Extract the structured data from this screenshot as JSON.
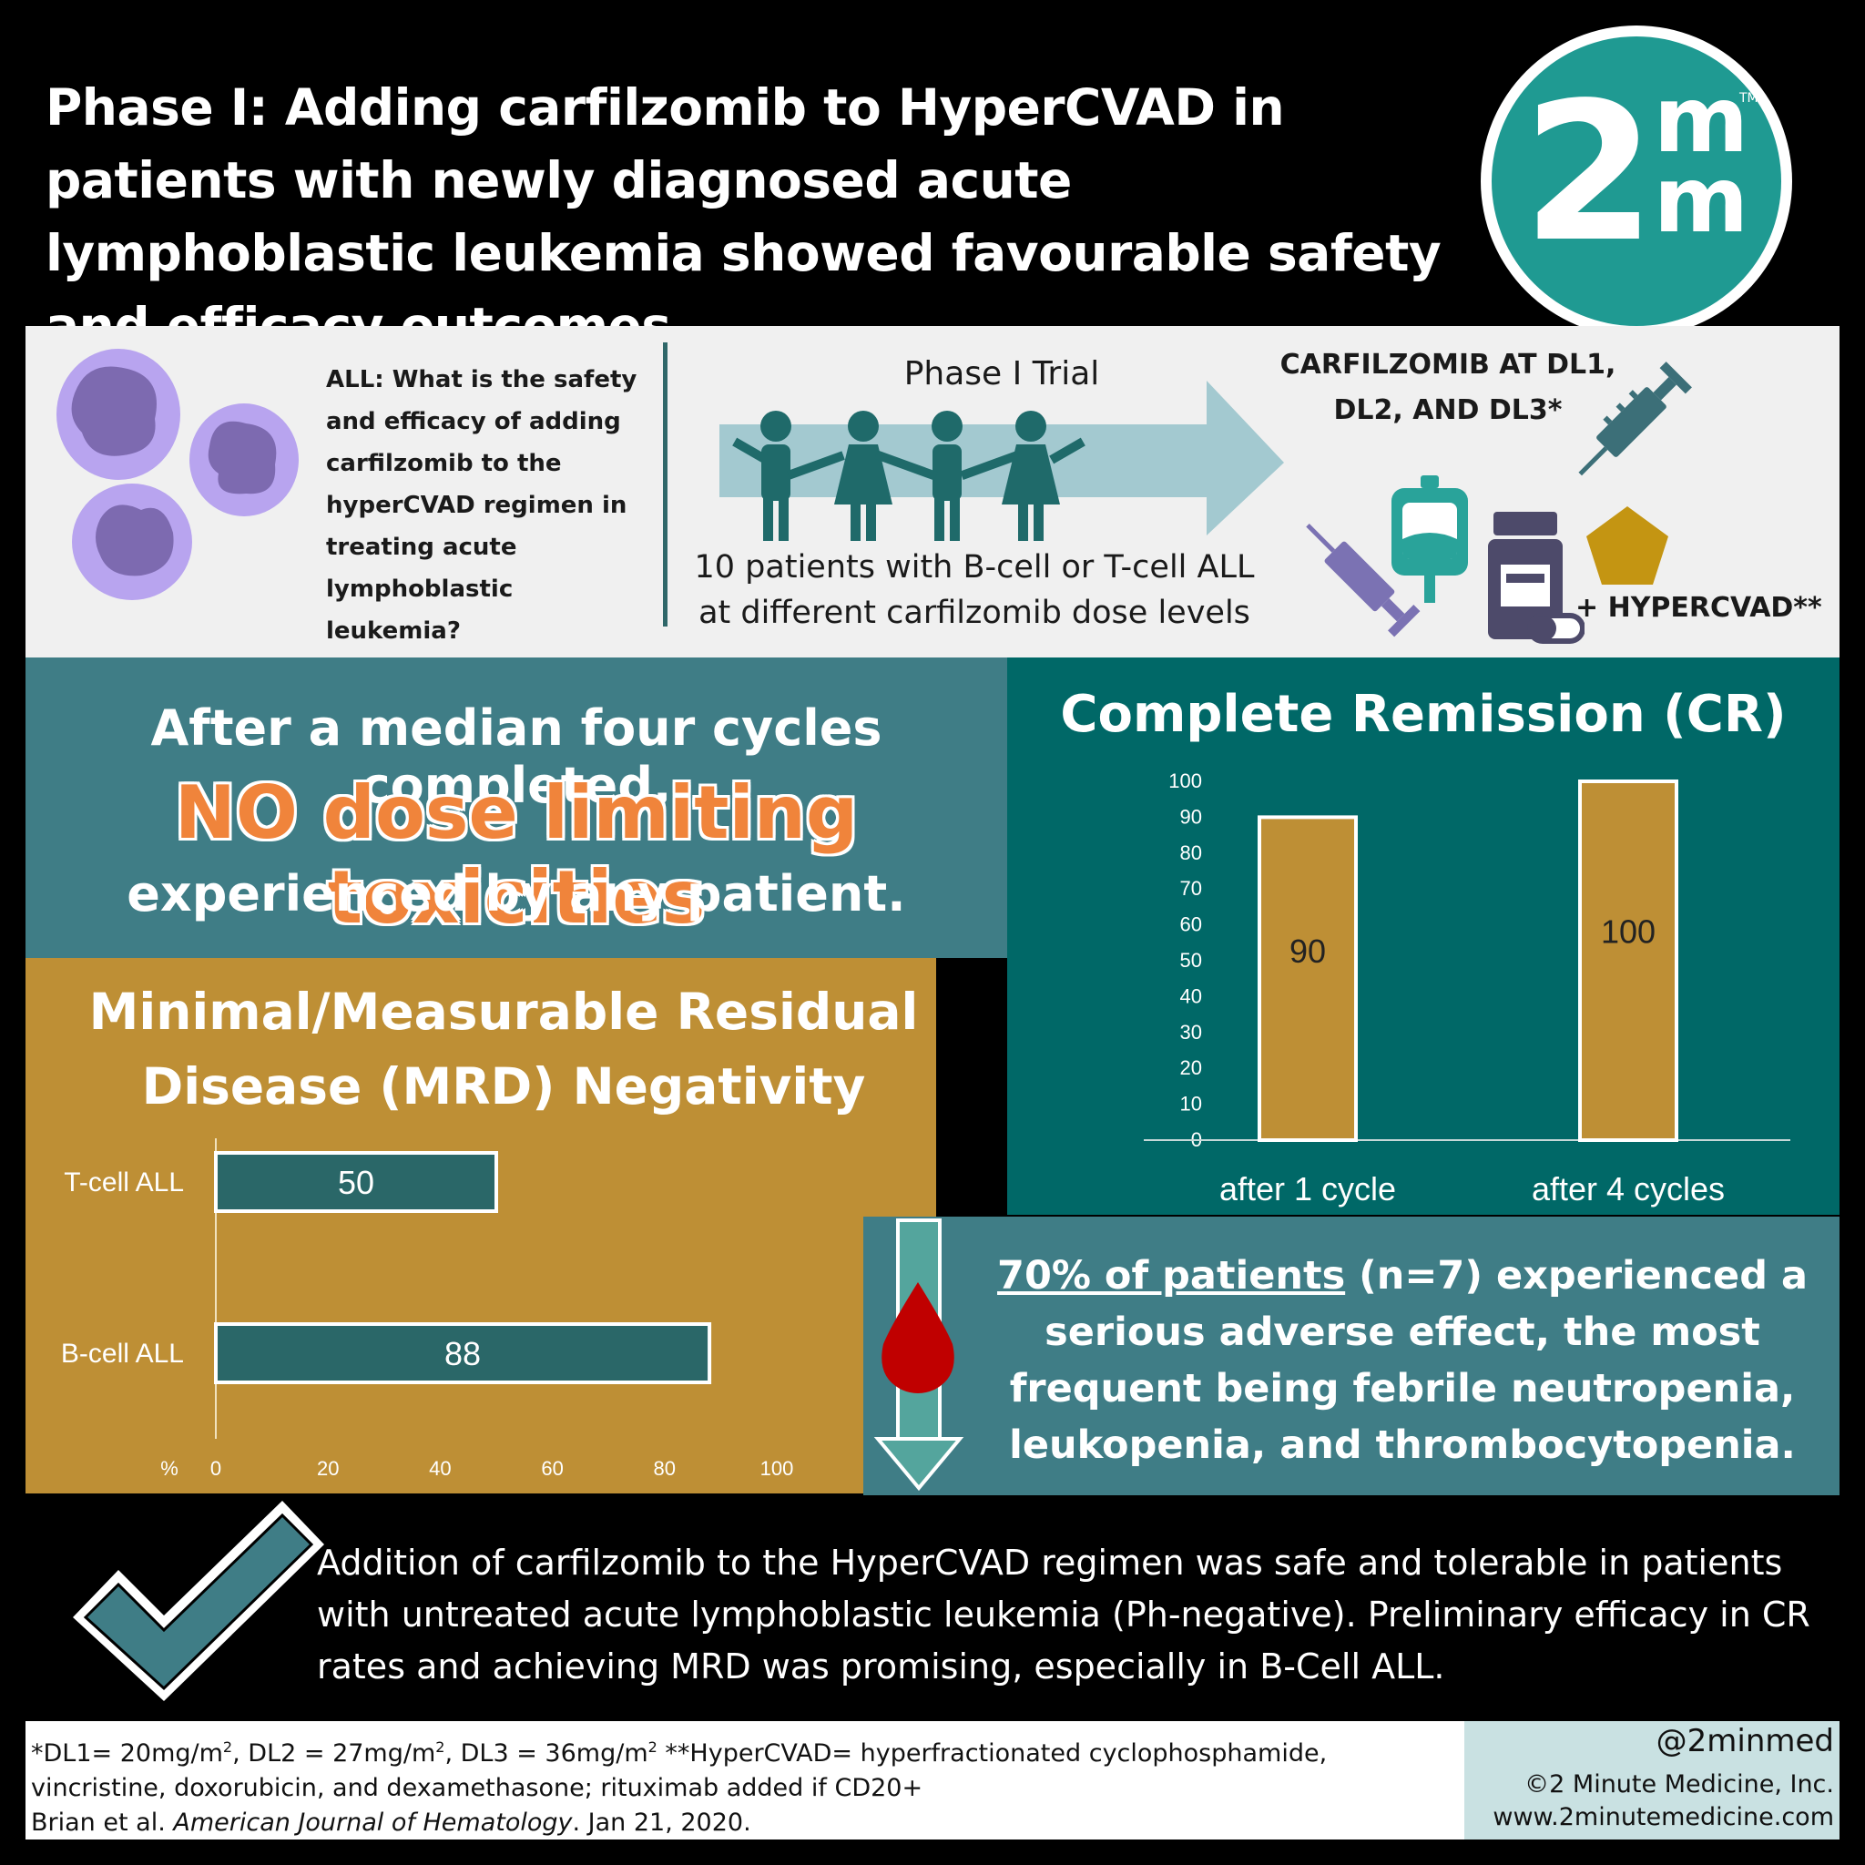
{
  "header": {
    "title": "Phase I: Adding carfilzomib to HyperCVAD in patients with newly diagnosed acute lymphoblastic leukemia showed favourable safety and efficacy outcomes"
  },
  "logo": {
    "two": "2",
    "m_top": "m",
    "m_bottom": "m",
    "tm": "TM"
  },
  "intro": {
    "question": "ALL: What is the safety and efficacy of adding carfilzomib to the hyperCVAD regimen in treating acute lymphoblastic leukemia?",
    "trial_title": "Phase I Trial",
    "trial_desc": "10 patients with B-cell or T-cell ALL at different carfilzomib dose levels",
    "carfilzomib_label": "CARFILZOMIB AT DL1, DL2, AND DL3*",
    "hypercvad_label": "+ HYPERCVAD**"
  },
  "dlt": {
    "line1": "After a median four cycles completed,",
    "line2": "NO dose limiting toxicities",
    "line3": "experienced by any patient."
  },
  "adverse": {
    "pct": "70% of patients",
    "rest": " (n=7) experienced a serious adverse effect, the most frequent being febrile neutropenia, leukopenia, and thrombocytopenia."
  },
  "conclusion": {
    "text": "Addition of carfilzomib to the HyperCVAD regimen was safe and tolerable in patients with untreated acute lymphoblastic leukemia (Ph-negative). Preliminary efficacy in CR rates and achieving MRD was promising, especially in B-Cell ALL."
  },
  "footer": {
    "dl1": "*DL1= 20mg/m",
    "dl2": ", DL2 = 27mg/m",
    "dl3": ", DL3 = 36mg/m",
    "sup": "2",
    "hyper": " **HyperCVAD= hyperfractionated cyclophosphamide, vincristine, doxorubicin, and dexamethasone; rituximab added if CD20+",
    "ref_authors": "Brian et al. ",
    "ref_journal": "American Journal of Hematology",
    "ref_date": ". Jan 21, 2020.",
    "handle": "@2minmed",
    "company": "©2 Minute Medicine, Inc.",
    "url": "www.2minutemedicine.com"
  },
  "colors": {
    "teal_dark": "#006867",
    "teal_mid": "#3f7d86",
    "teal_bar": "#2a6768",
    "gold": "#be8f35",
    "orange": "#f0843b",
    "logo_teal": "#1f9a92"
  },
  "chart_data": [
    {
      "type": "bar",
      "title": "Complete Remission (CR)",
      "categories": [
        "after 1 cycle",
        "after 4 cycles"
      ],
      "values": [
        90,
        100
      ],
      "ylim": [
        0,
        100
      ],
      "yticks": [
        0,
        10,
        20,
        30,
        40,
        50,
        60,
        70,
        80,
        90,
        100
      ],
      "bar_color": "#be8f35"
    },
    {
      "type": "bar",
      "orientation": "horizontal",
      "title": "Minimal/Measurable Residual Disease (MRD) Negativity",
      "categories": [
        "T-cell ALL",
        "B-cell ALL"
      ],
      "values": [
        50,
        88
      ],
      "xlim": [
        0,
        100
      ],
      "xticks": [
        0,
        20,
        40,
        60,
        80,
        100
      ],
      "xunit": "%",
      "bar_color": "#2a6768"
    }
  ]
}
